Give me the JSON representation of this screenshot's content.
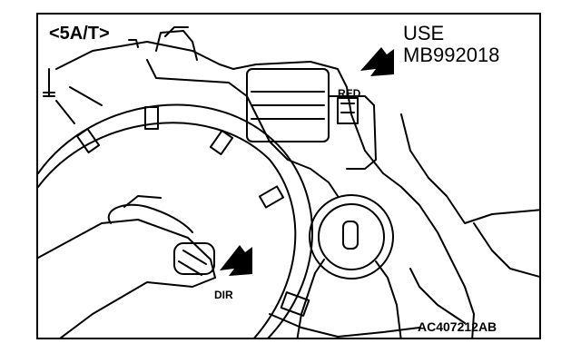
{
  "labels": {
    "variant": "<5A/T>",
    "use_line1": "USE",
    "use_line2": "MB992018",
    "red": "RED",
    "dir": "DIR",
    "figure_code": "AC407212AB"
  }
}
